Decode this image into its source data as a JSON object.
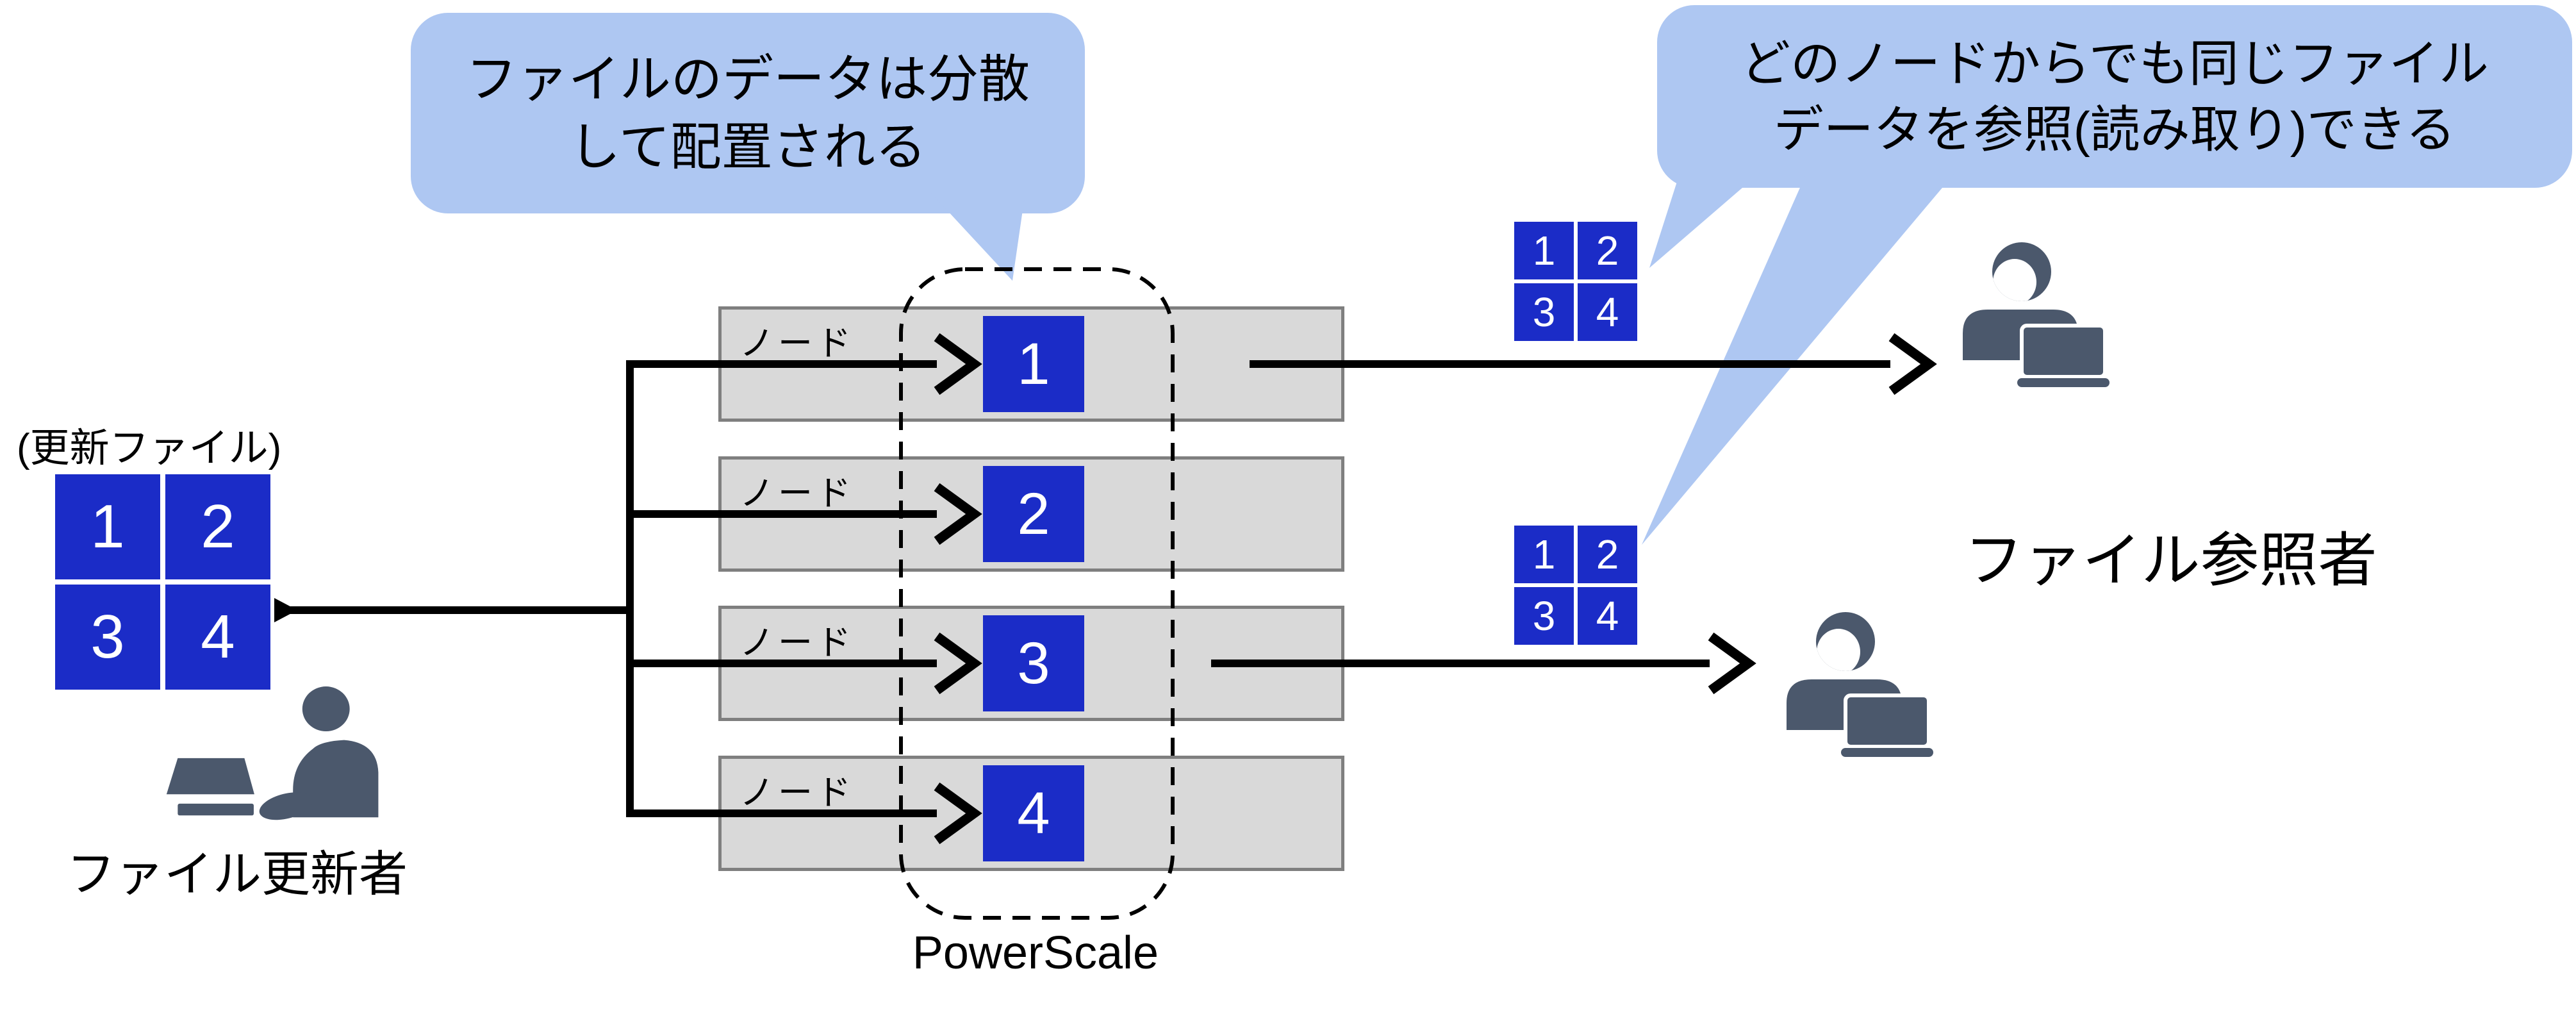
{
  "diagram": {
    "callout_left": {
      "line1": "ファイルのデータは分散",
      "line2": "して配置される"
    },
    "callout_right": {
      "line1": "どのノードからでも同じファイル",
      "line2": "データを参照(読み取り)できる"
    },
    "update_file": {
      "caption": "(更新ファイル)",
      "blocks": [
        "1",
        "2",
        "3",
        "4"
      ]
    },
    "updater_label": "ファイル更新者",
    "reader_label": "ファイル参照者",
    "cluster": {
      "name": "PowerScale",
      "nodes": [
        {
          "label": "ノード",
          "block": "1"
        },
        {
          "label": "ノード",
          "block": "2"
        },
        {
          "label": "ノード",
          "block": "3"
        },
        {
          "label": "ノード",
          "block": "4"
        }
      ]
    },
    "replica_top": {
      "blocks": [
        "1",
        "2",
        "3",
        "4"
      ]
    },
    "replica_bottom": {
      "blocks": [
        "1",
        "2",
        "3",
        "4"
      ]
    },
    "colors": {
      "callout_fill": "#AEC7F2",
      "block_blue": "#1B2CC7",
      "node_fill": "#D9D9D9",
      "node_border": "#7F7F7F",
      "person": "#4B586C",
      "line": "#000000"
    }
  }
}
